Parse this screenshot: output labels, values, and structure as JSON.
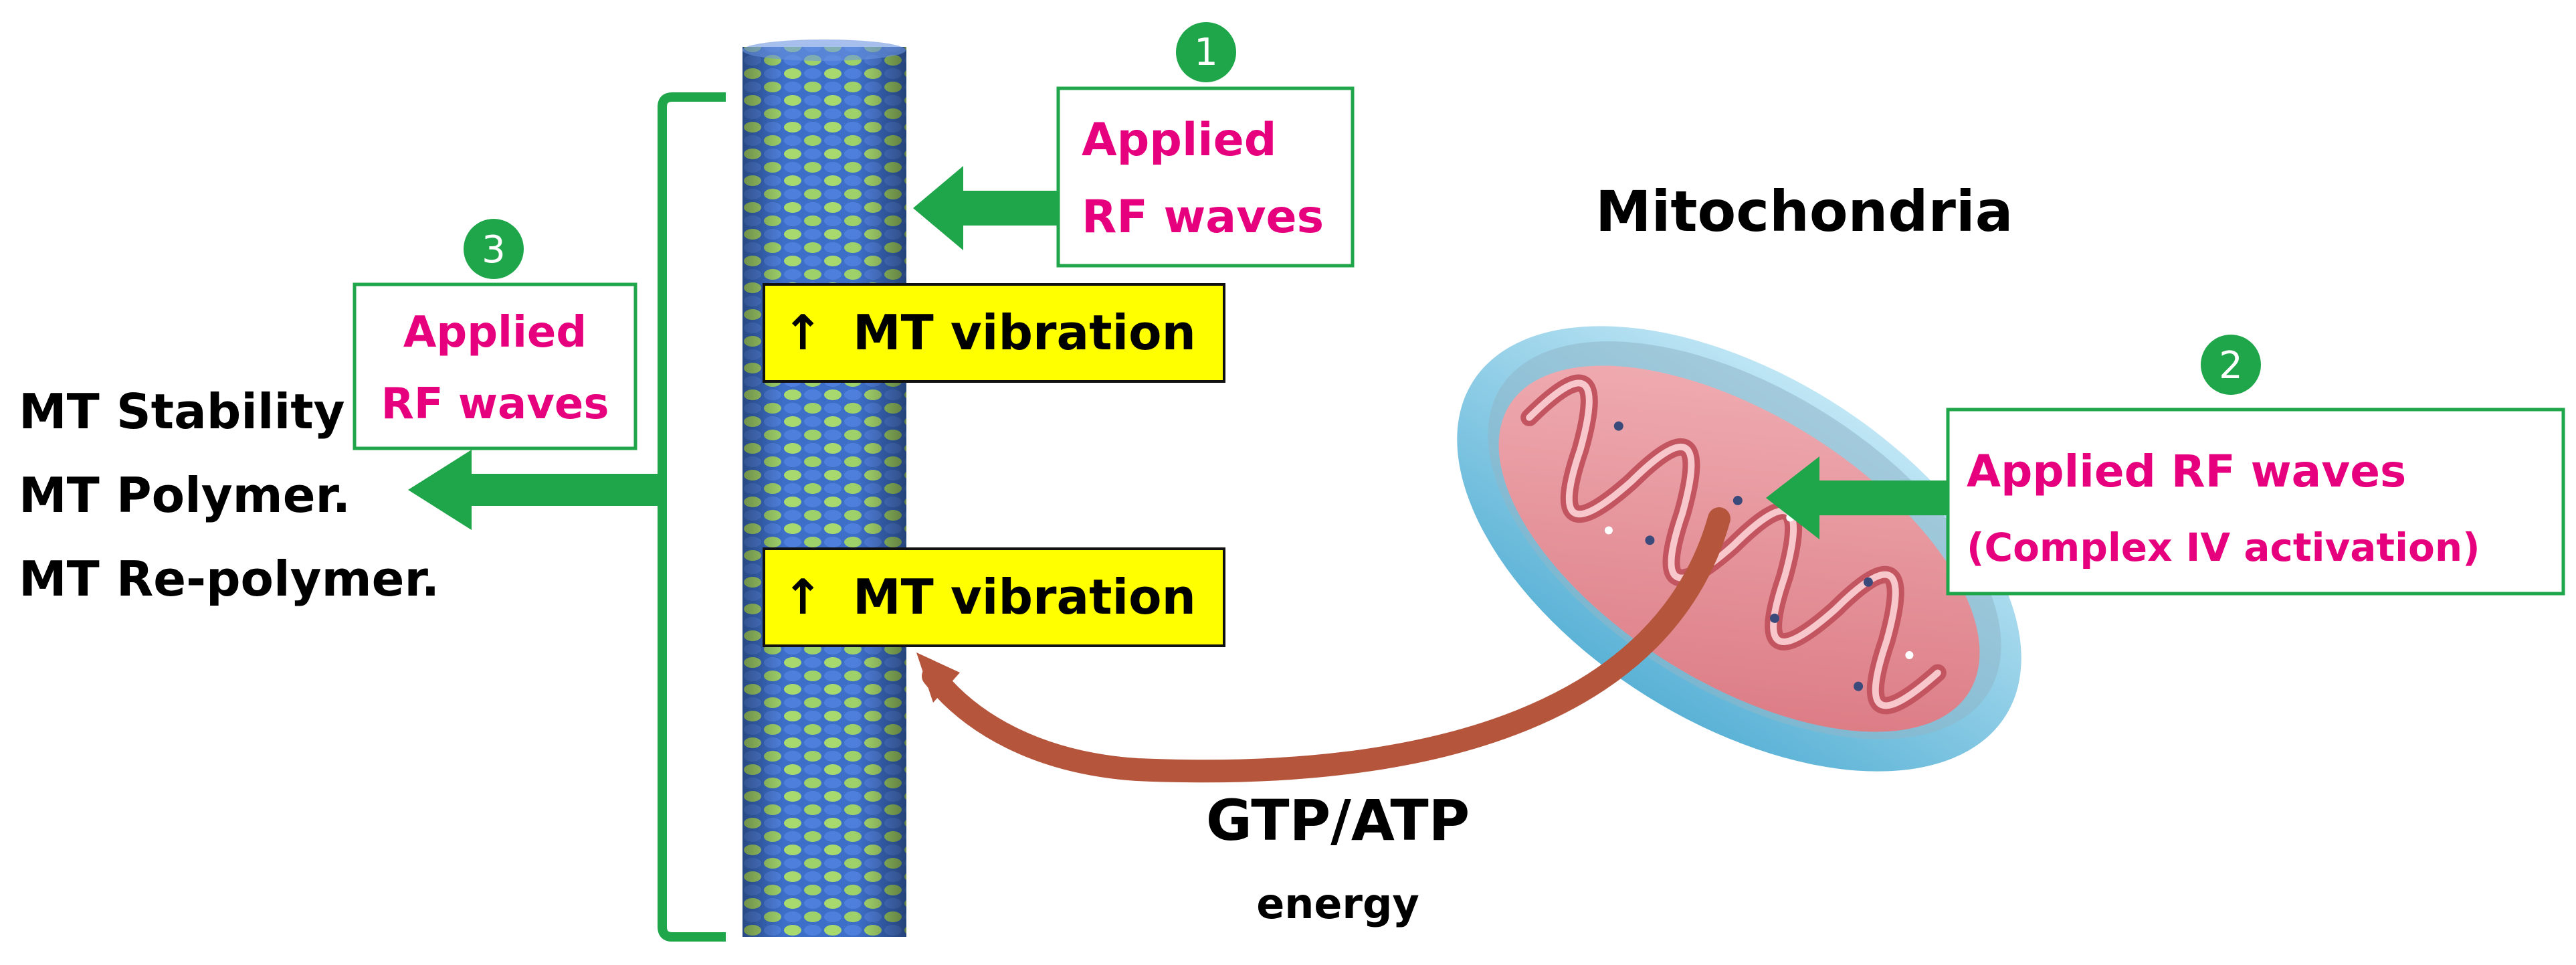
{
  "colors": {
    "accent_green": "#1fa64a",
    "label_pink": "#e6007e",
    "highlight_yellow": "#ffff00",
    "arrow_brown": "#b5553c",
    "mito_blue": "#7ec9e6",
    "mito_pink": "#e58a92"
  },
  "markers": [
    {
      "number": "1"
    },
    {
      "number": "2"
    },
    {
      "number": "3"
    }
  ],
  "boxes": {
    "box1": {
      "line1": "Applied",
      "line2": "RF waves"
    },
    "box2": {
      "line1": "Applied RF waves",
      "line2": "(Complex IV activation)"
    },
    "box3": {
      "line1": "Applied",
      "line2": "RF waves"
    }
  },
  "vibration_labels": [
    {
      "arrow": "↑",
      "text": "MT vibration"
    },
    {
      "arrow": "↑",
      "text": "MT vibration"
    }
  ],
  "outcomes": [
    "MT Stability",
    "MT Polymer.",
    "MT Re-polymer."
  ],
  "mitochondria_title": "Mitochondria",
  "energy": {
    "line1": "GTP/ATP",
    "line2": "energy"
  },
  "icons": {
    "microtubule": "microtubule-illustration",
    "mitochondrion": "mitochondrion-illustration"
  }
}
